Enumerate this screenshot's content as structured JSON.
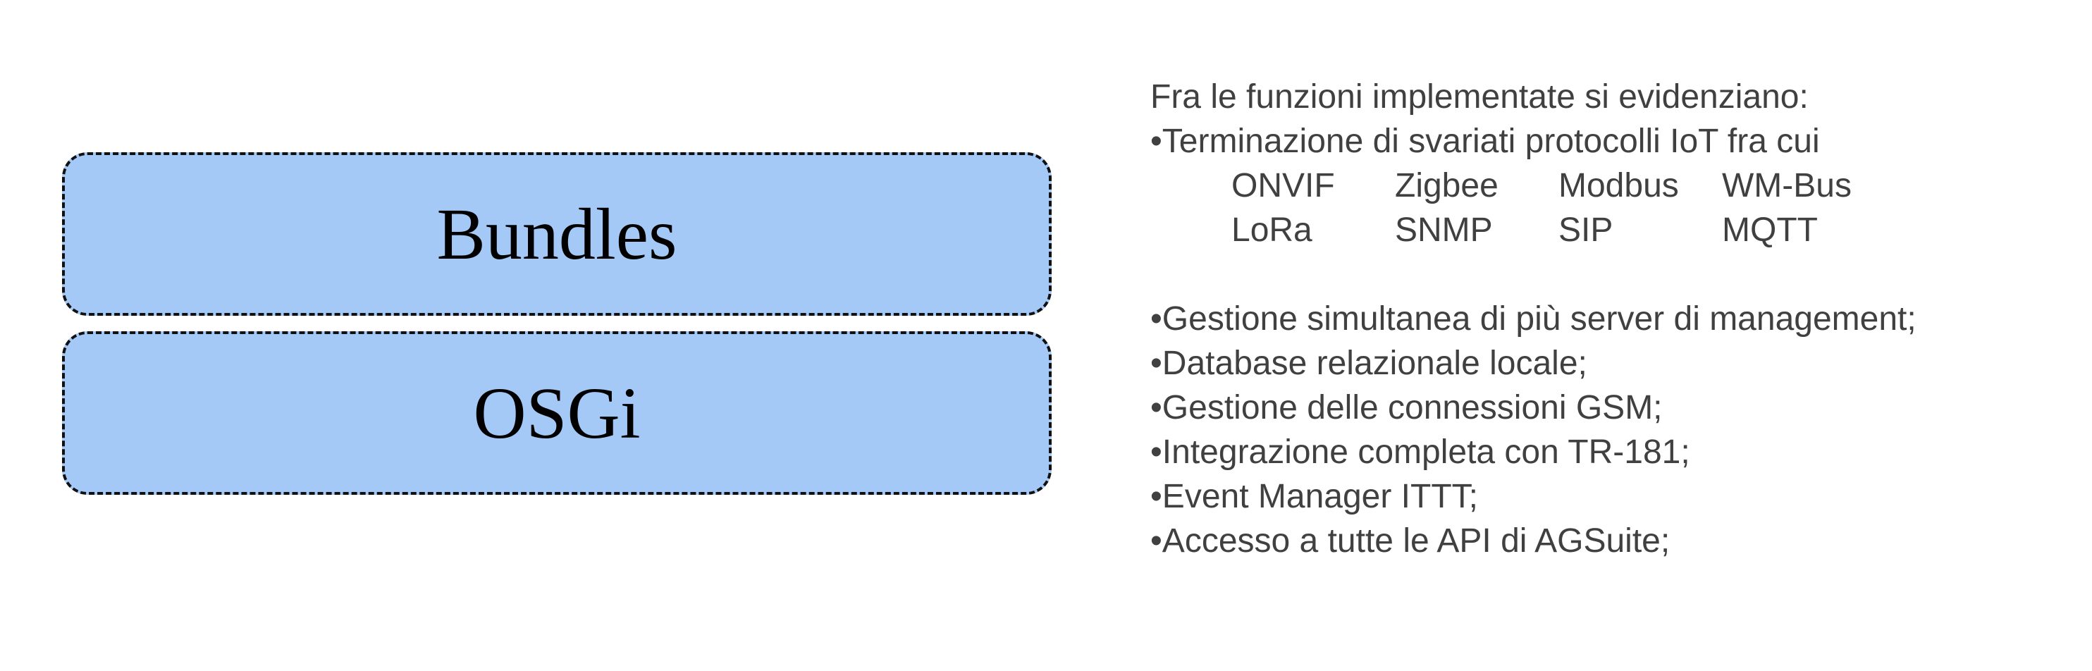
{
  "diagram": {
    "layers": [
      {
        "label": "Bundles",
        "fill": "#a4c9f6"
      },
      {
        "label": "OSGi",
        "fill": "#a4c9f6"
      }
    ]
  },
  "description": {
    "intro": "Fra le funzioni implementate si evidenziano:",
    "protocols_heading": "•Terminazione di svariati protocolli IoT fra cui",
    "protocols": [
      "ONVIF",
      "Zigbee",
      "Modbus",
      "WM-Bus",
      "LoRa",
      "SNMP",
      "SIP",
      "MQTT"
    ],
    "features": [
      "•Gestione simultanea di più server di management;",
      "•Database relazionale locale;",
      "•Gestione delle connessioni GSM;",
      "•Integrazione completa con TR-181;",
      "•Event Manager ITTT;",
      "•Accesso a tutte le API di AGSuite;"
    ]
  }
}
